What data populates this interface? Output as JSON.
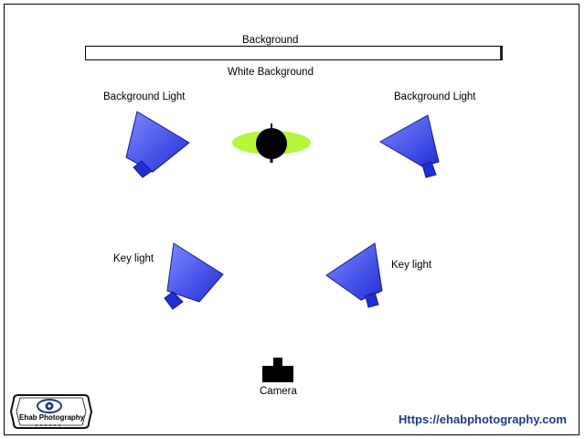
{
  "labels": {
    "background": "Background",
    "white_background": "White Background",
    "background_light_left": "Background Light",
    "background_light_right": "Background Light",
    "key_light_left": "Key light",
    "key_light_right": "Key light",
    "camera": "Camera"
  },
  "footer": {
    "url": "Https://ehabphotography.com",
    "logo_text": "Ehab Photography"
  },
  "colors": {
    "light_fill": "#3b4cf0",
    "subject_halo": "#b5f53a",
    "subject": "#000000",
    "url_text": "#1f3a8a"
  },
  "icons": {
    "light": "softbox-light-icon",
    "camera": "camera-icon",
    "subject": "subject-head-icon",
    "logo": "eye-logo-icon"
  }
}
